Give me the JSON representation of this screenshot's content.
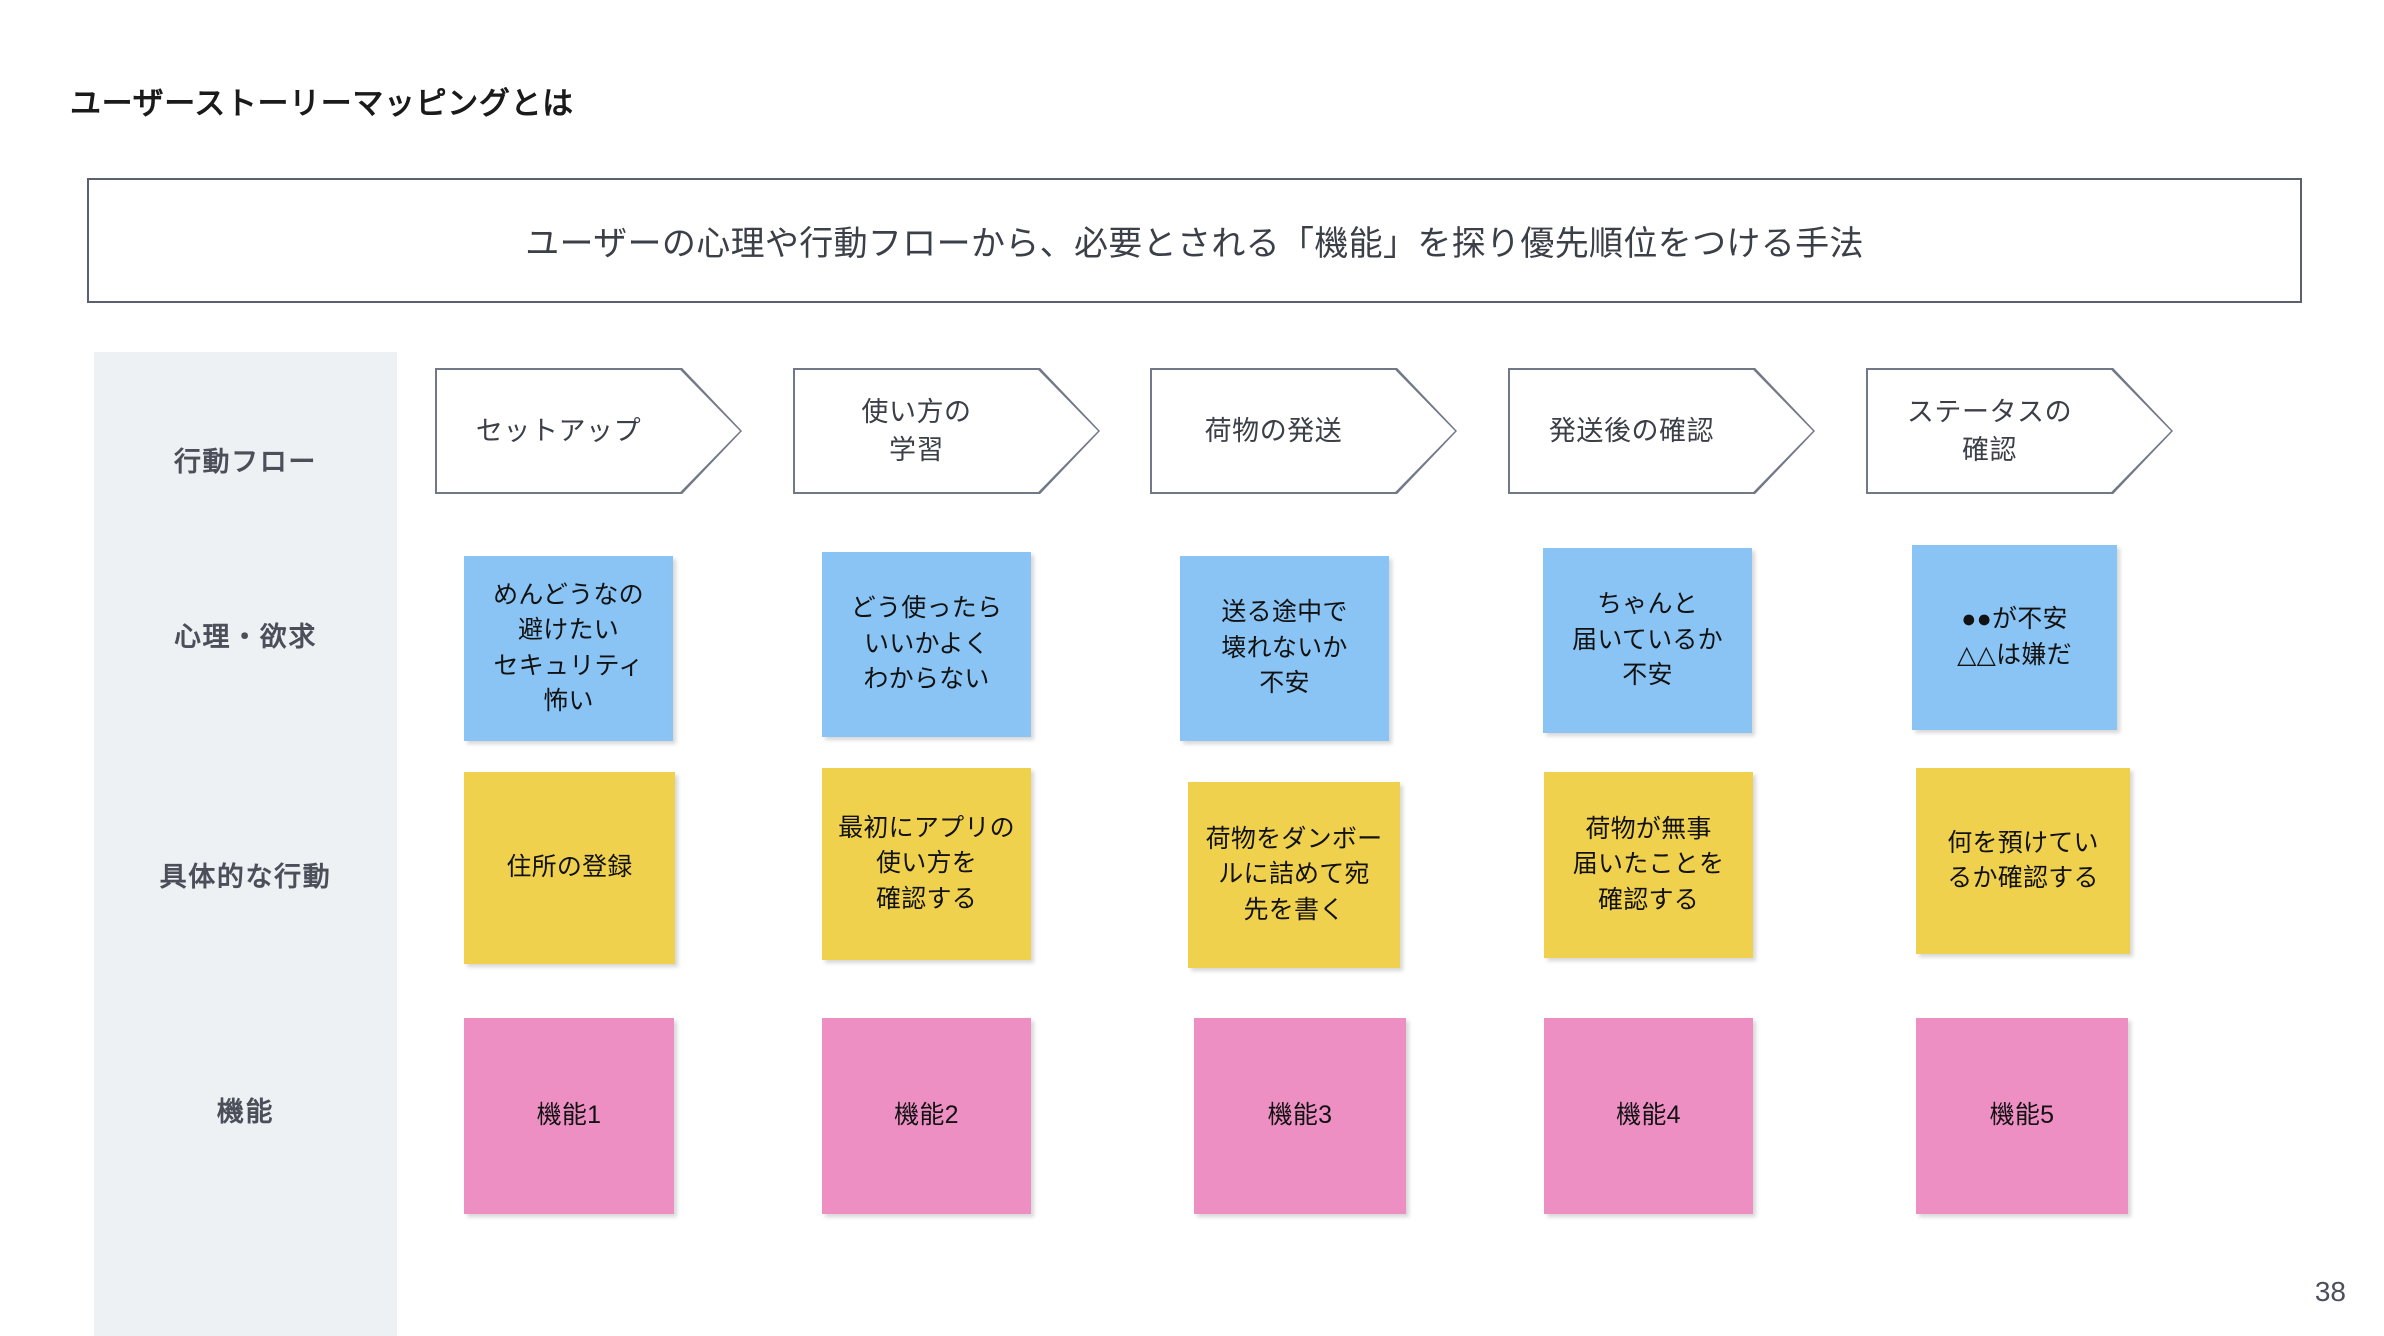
{
  "slide": {
    "title": "ユーザーストーリーマッピングとは",
    "subtitle": "ユーザーの心理や行動フローから、必要とされる「機能」を探り優先順位をつける手法",
    "page_number": "38"
  },
  "colors": {
    "panel_bg": "#EDF1F4",
    "chevron_border": "#717888",
    "blue_card": "#89C4F4",
    "yellow_card": "#F0D14E",
    "pink_card": "#EE8FC4",
    "text": "#3B3F47"
  },
  "row_labels": [
    {
      "label": "行動フロー"
    },
    {
      "label": "心理・欲求"
    },
    {
      "label": "具体的な行動"
    },
    {
      "label": "機能"
    }
  ],
  "flow_steps": [
    {
      "line1": "セットアップ",
      "line2": ""
    },
    {
      "line1": "使い方の",
      "line2": "学習"
    },
    {
      "line1": "荷物の発送",
      "line2": ""
    },
    {
      "line1": "発送後の確認",
      "line2": ""
    },
    {
      "line1": "ステータスの",
      "line2": "確認"
    }
  ],
  "psychology_cards": [
    {
      "text": "めんどうなの\n避けたい\nセキュリティ\n怖い"
    },
    {
      "text": "どう使ったら\nいいかよく\nわからない"
    },
    {
      "text": "送る途中で\n壊れないか\n不安"
    },
    {
      "text": "ちゃんと\n届いているか\n不安"
    },
    {
      "text": "●●が不安\n△△は嫌だ"
    }
  ],
  "action_cards": [
    {
      "text": "住所の登録"
    },
    {
      "text": "最初にアプリの\n使い方を\n確認する"
    },
    {
      "text": "荷物をダンボー\nルに詰めて宛\n先を書く"
    },
    {
      "text": "荷物が無事\n届いたことを\n確認する"
    },
    {
      "text": "何を預けてい\nるか確認する"
    }
  ],
  "feature_cards": [
    {
      "text": "機能1"
    },
    {
      "text": "機能2"
    },
    {
      "text": "機能3"
    },
    {
      "text": "機能4"
    },
    {
      "text": "機能5"
    }
  ]
}
